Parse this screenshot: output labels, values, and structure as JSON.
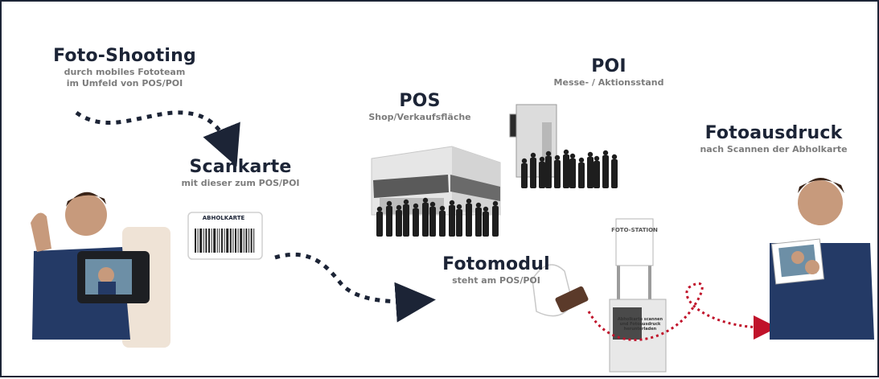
{
  "steps": {
    "shooting": {
      "title": "Foto-Shooting",
      "line1": "durch mobiles Fototeam",
      "line2": "im Umfeld von POS/POI"
    },
    "scankarte": {
      "title": "Scankarte",
      "sub": "mit dieser zum POS/POI"
    },
    "pos": {
      "title": "POS",
      "sub": "Shop/Verkaufsfläche"
    },
    "poi": {
      "title": "POI",
      "sub": "Messe- / Aktionsstand"
    },
    "fotomodul": {
      "title": "Fotomodul",
      "sub": "steht am POS/POI"
    },
    "fotoausdruck": {
      "title": "Fotoausdruck",
      "sub": "nach Scannen der Abholkarte"
    }
  },
  "card": {
    "label": "ABHOLKARTE"
  },
  "station": {
    "sign": "FOTO-STATION",
    "panel": "Abholkarte scannen und Fotoausdruck herunterladen"
  },
  "colors": {
    "navy": "#1c2436",
    "gray": "#7c7c7c",
    "red": "#c0122a",
    "sweater": "#243a66"
  }
}
